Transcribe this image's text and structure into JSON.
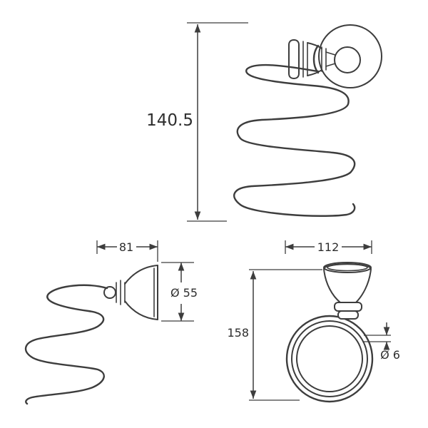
{
  "colors": {
    "line": "#3d3d3d",
    "text": "#2e2e2e",
    "background": "#ffffff"
  },
  "views": {
    "main": {
      "height_label": "140.5"
    },
    "side": {
      "width_label": "81",
      "diameter_label": "Ø 55"
    },
    "front": {
      "width_label": "112",
      "height_label": "158",
      "wire_diameter_label": "Ø 6"
    }
  }
}
